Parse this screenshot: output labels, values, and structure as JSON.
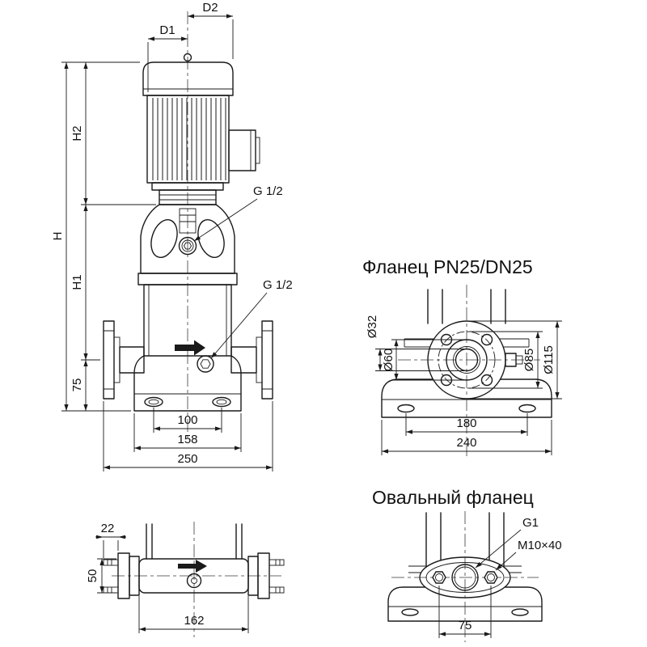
{
  "main_view": {
    "dims": {
      "d2": "D2",
      "d1": "D1",
      "h": "H",
      "h2": "H2",
      "h1": "H1",
      "b75": "75",
      "b100": "100",
      "b158": "158",
      "b250": "250"
    },
    "labels": {
      "plug_top": "G 1/2",
      "plug_drain": "G 1/2"
    }
  },
  "flange_view": {
    "title": "Фланец PN25/DN25",
    "dims": {
      "d32": "Ø32",
      "d60": "Ø60",
      "d85": "Ø85",
      "d115": "Ø115",
      "b180": "180",
      "b240": "240"
    }
  },
  "port_view": {
    "dims": {
      "t22": "22",
      "l50": "50",
      "b162": "162"
    }
  },
  "oval_view": {
    "title": "Овальный фланец",
    "labels": {
      "thread": "G1",
      "bolt": "M10×40"
    },
    "dims": {
      "b75": "75"
    }
  }
}
